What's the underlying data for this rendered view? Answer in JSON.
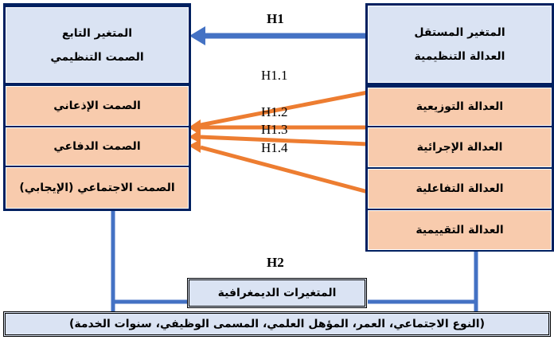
{
  "dependent": {
    "title": "المتغير التابع",
    "name": "الصمت التنظيمي",
    "dims": [
      "الصمت الإذعاني",
      "الصمت الدفاعي",
      "الصمت الاجتماعي (الإيجابي)"
    ]
  },
  "independent": {
    "title": "المتغير المستقل",
    "name": "العدالة التنظيمية",
    "dims": [
      "العدالة التوزيعية",
      "العدالة الإجرائية",
      "العدالة التفاعلية",
      "العدالة التقييمية"
    ]
  },
  "hypotheses": {
    "h1": "H1",
    "h1_1": "H1.1",
    "h1_2": "H1.2",
    "h1_3": "H1.3",
    "h1_4": "H1.4",
    "h2": "H2"
  },
  "demographics": {
    "title": "المتغيرات الديمغرافية",
    "list": "(النوع الاجتماعي، العمر، المؤهل العلمي، المسمى الوظيفي، سنوات الخدمة)"
  },
  "colors": {
    "navy": "#002060",
    "blue": "#4472c4",
    "orange": "#ed7d31",
    "header": "#dae3f3",
    "cell": "#f8cbad"
  }
}
